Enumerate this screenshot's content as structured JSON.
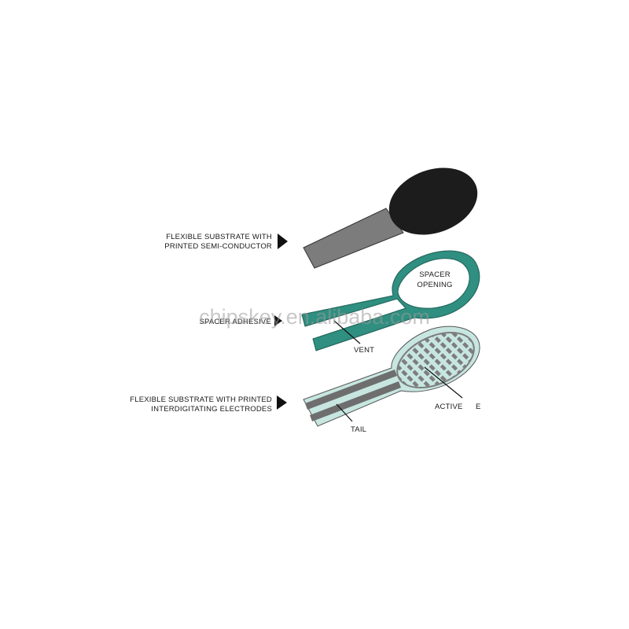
{
  "labels": {
    "layer1_line1": "FLEXIBLE SUBSTRATE WITH",
    "layer1_line2": "PRINTED SEMI-CONDUCTOR",
    "spacer_adhesive": "SPACER ADHESIVE",
    "spacer_opening_line1": "SPACER",
    "spacer_opening_line2": "OPENING",
    "vent": "VENT",
    "layer3_line1": "FLEXIBLE SUBSTRATE WITH PRINTED",
    "layer3_line2": "INTERDIGITATING ELECTRODES",
    "active_area": "ACTIVE",
    "active_area_suffix": "E",
    "tail": "TAIL"
  },
  "watermark": "chipskey.en.alibaba.com",
  "colors": {
    "semiconductor_pad": "#1c1c1c",
    "substrate_tail": "#7c7c7c",
    "spacer_adhesive": "#2f8f80",
    "electrode_substrate": "#c7e6e0",
    "electrode_pattern": "#7d7d7d",
    "arrow": "#111111"
  }
}
